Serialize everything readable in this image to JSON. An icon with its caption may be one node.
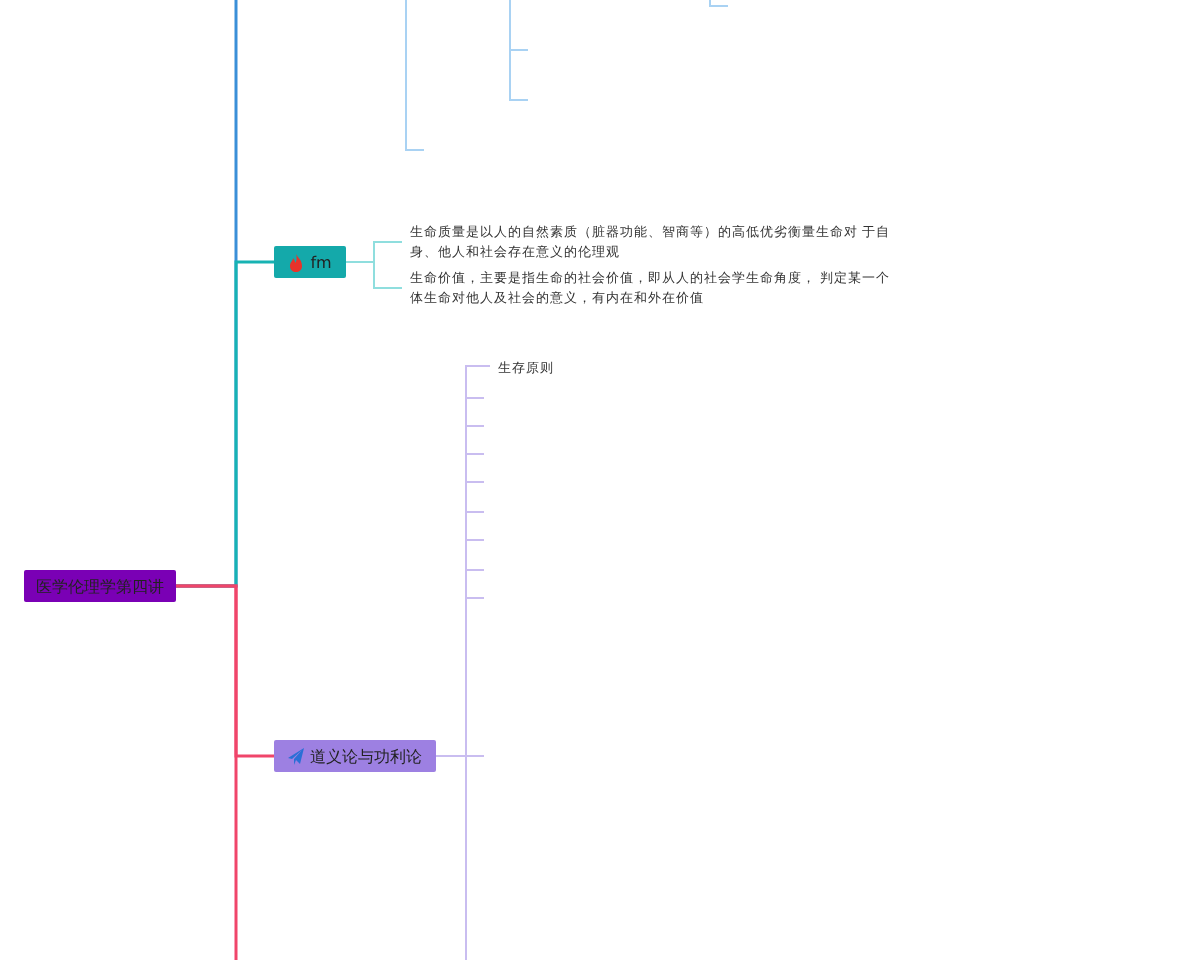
{
  "diagram": {
    "nodes": [
      {
        "text": [
          "医学伦理学第四讲"
        ]
      },
      {
        "text": [
          "fm"
        ]
      },
      {
        "text": [
          "生命质量是以人的自然素质（脏器功能、智商等）的高低优劣衡量生命对 于自身、他人和社会存在意义的伦理观"
        ]
      },
      {
        "text": [
          "生命价值，主要是指生命的社会价值，即从人的社会学生命角度， 判定某一个体生命对他人及社会的意义，有内在和外在价值"
        ]
      },
      {
        "text": [
          "道义论与功利论"
        ]
      },
      {
        "text": [
          "生存原则"
        ]
      }
    ],
    "edges": [
      {
        "from": 0,
        "to": null,
        "arrow": "none",
        "color": "#3a8fd8"
      },
      {
        "from": 0,
        "to": 1,
        "arrow": "none",
        "color": "#17b3b3"
      },
      {
        "from": 0,
        "to": 4,
        "arrow": "none",
        "color": "#f0456a"
      },
      {
        "from": 0,
        "to": null,
        "arrow": "none",
        "color": "#f0456a"
      },
      {
        "from": 1,
        "to": 2,
        "arrow": "none",
        "color": "#8fdede"
      },
      {
        "from": 1,
        "to": 3,
        "arrow": "none",
        "color": "#8fdede"
      },
      {
        "from": 4,
        "to": 5,
        "arrow": "none",
        "color": "#c9bdf0"
      }
    ]
  }
}
